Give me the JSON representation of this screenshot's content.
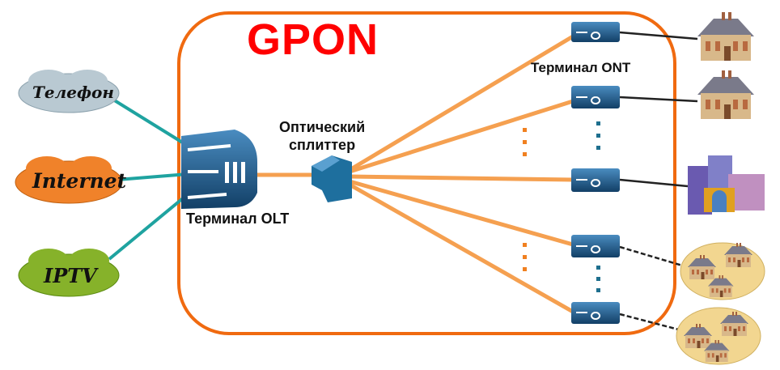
{
  "title": "GPON",
  "clouds": [
    {
      "label": "Телефон",
      "color": "#b9c9d2"
    },
    {
      "label": "Internet",
      "color": "#f0822a"
    },
    {
      "label": "IPTV",
      "color": "#86b22a"
    }
  ],
  "olt": {
    "label": "Терминал OLT"
  },
  "splitter": {
    "label_line1": "Оптический",
    "label_line2": "сплиттер"
  },
  "ont": {
    "label": "Терминал ONT"
  },
  "colors": {
    "frame": "#f06a10",
    "fiber": "#f5a050",
    "uplink": "#1fa3a0",
    "device": "#1e5f8e",
    "title": "#ff0000"
  }
}
